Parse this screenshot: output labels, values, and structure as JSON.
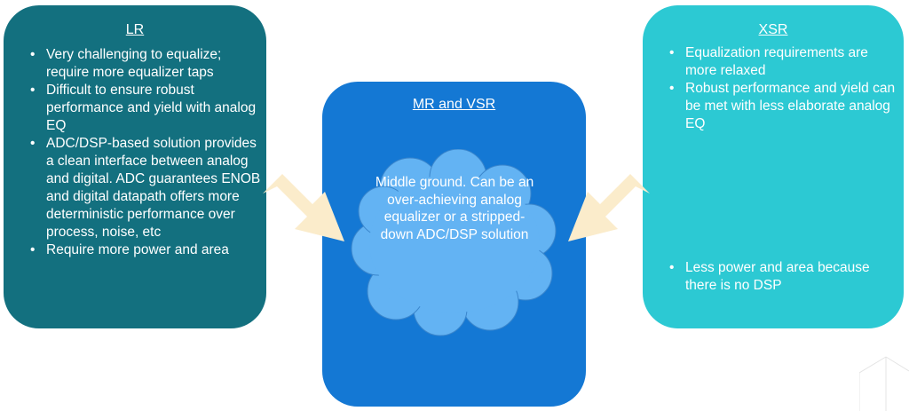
{
  "lr": {
    "title": "LR",
    "bullets": [
      "Very challenging to equalize; require more equalizer taps",
      "Difficult to ensure robust performance and yield with analog EQ",
      "ADC/DSP-based solution provides a clean interface between analog and digital. ADC guarantees ENOB and digital datapath offers more deterministic performance over process, noise, etc",
      "Require more power and area"
    ]
  },
  "mid": {
    "title": "MR and VSR",
    "cloud_text": "Middle ground. Can be an over-achieving analog equalizer or a stripped-down ADC/DSP solution"
  },
  "xsr": {
    "title": "XSR",
    "bullets_top": [
      "Equalization requirements are more relaxed",
      "Robust performance and yield can be met with less elaborate analog EQ"
    ],
    "bullets_bottom": [
      "Less power and area because there is no DSP"
    ]
  },
  "colors": {
    "lr_box": "#13707f",
    "mid_box": "#1478d4",
    "xsr_box": "#2cc9d3",
    "cloud": "#63b3f3",
    "arrow": "#fbeccb"
  }
}
